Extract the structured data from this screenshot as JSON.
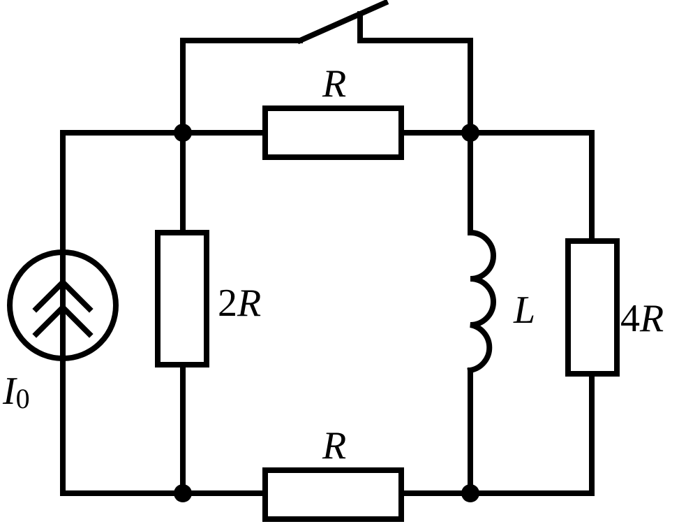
{
  "components": {
    "source_label_main": "I",
    "source_label_sub": "0",
    "resistor_top_label": "R",
    "resistor_bottom_label": "R",
    "resistor_2r_coef": "2",
    "resistor_2r_sym": "R",
    "inductor_label": "L",
    "resistor_4r_coef": "4",
    "resistor_4r_sym": "R"
  },
  "colors": {
    "stroke": "#000000",
    "background": "#ffffff"
  }
}
